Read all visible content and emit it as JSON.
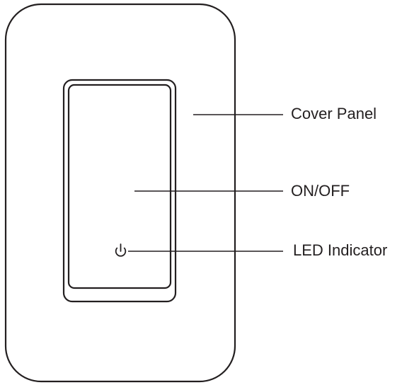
{
  "callouts": {
    "cover_panel": "Cover Panel",
    "on_off": "ON/OFF",
    "led_indicator": "LED Indicator"
  },
  "icons": {
    "led": "power-icon"
  },
  "colors": {
    "stroke": "#231f20",
    "background": "#ffffff"
  }
}
